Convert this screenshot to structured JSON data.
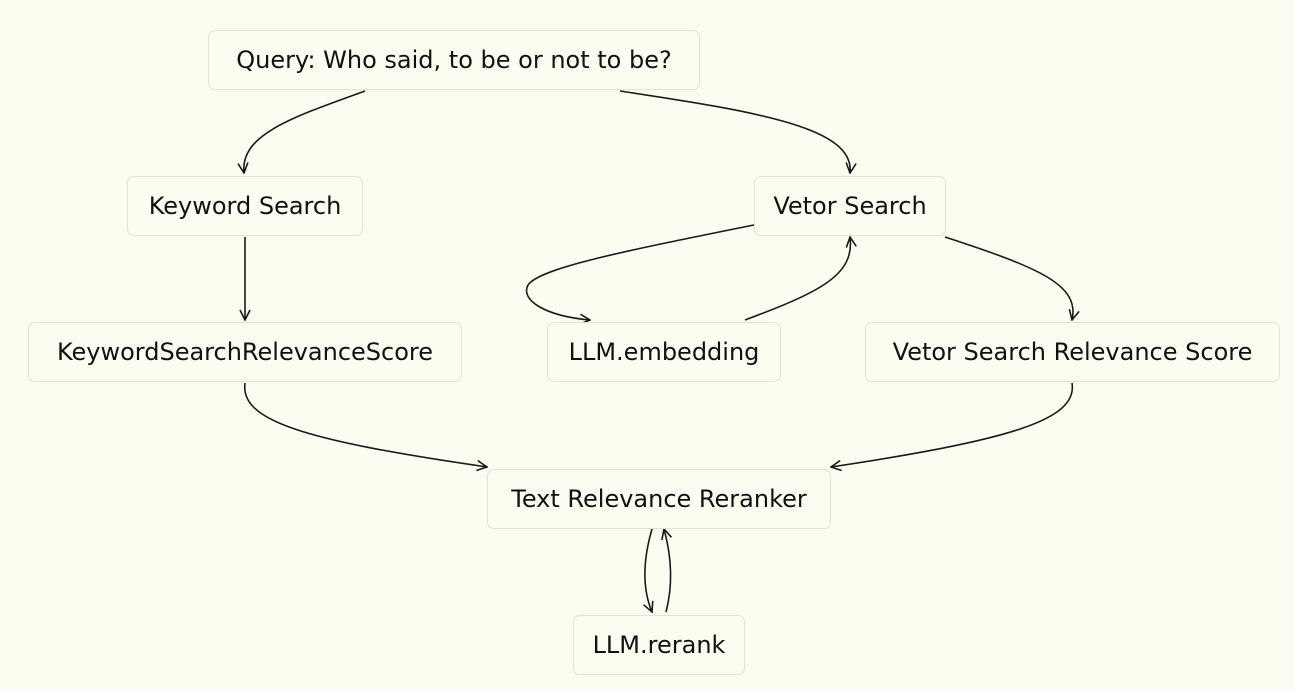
{
  "diagram": {
    "nodes": {
      "query": "Query: Who said, to be or not to be?",
      "keyword_search": "Keyword Search",
      "vector_search": "Vetor Search",
      "keyword_score": "KeywordSearchRelevanceScore",
      "llm_embedding": "LLM.embedding",
      "vector_score": "Vetor Search Relevance Score",
      "reranker": "Text Relevance Reranker",
      "llm_rerank": "LLM.rerank"
    },
    "edges": [
      {
        "from": "query",
        "to": "keyword_search"
      },
      {
        "from": "query",
        "to": "vector_search"
      },
      {
        "from": "keyword_search",
        "to": "keyword_score"
      },
      {
        "from": "vector_search",
        "to": "llm_embedding"
      },
      {
        "from": "llm_embedding",
        "to": "vector_search"
      },
      {
        "from": "vector_search",
        "to": "vector_score"
      },
      {
        "from": "keyword_score",
        "to": "reranker"
      },
      {
        "from": "vector_score",
        "to": "reranker"
      },
      {
        "from": "reranker",
        "to": "llm_rerank"
      },
      {
        "from": "llm_rerank",
        "to": "reranker"
      }
    ],
    "colors": {
      "background": "#fdfcf1",
      "node_border": "#e3e1d2",
      "edge": "#1a1a1a",
      "text": "#111111"
    }
  }
}
